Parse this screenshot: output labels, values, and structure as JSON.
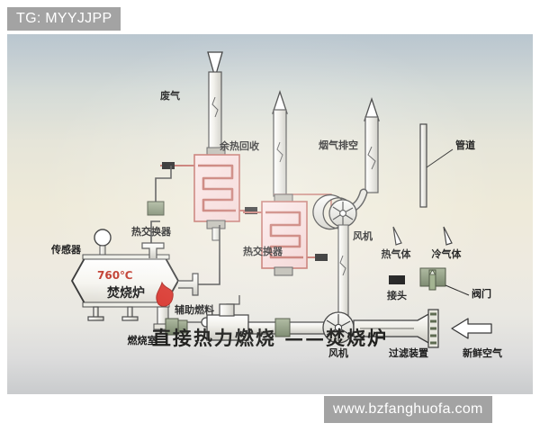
{
  "watermarks": {
    "top_tag": "TG: MYYJJPP",
    "site": "www.bzfanghuofa.com"
  },
  "diagram": {
    "title": "直接热力燃烧  ——焚烧炉",
    "temperature": "760℃",
    "furnace_label": "焚烧炉",
    "labels": {
      "waste_gas": "废气",
      "heat_recovery": "余热回收",
      "flue_gas_vent": "烟气排空",
      "pipeline": "管道",
      "sensor": "传感器",
      "heat_exchanger_1": "热交换器",
      "heat_exchanger_2": "热交换器",
      "fan_top": "风机",
      "fan_bottom": "风机",
      "aux_fuel": "辅助燃料",
      "combustion_chamber": "燃烧室",
      "filter_device": "过滤装置",
      "fresh_air": "新鲜空气"
    },
    "legend": {
      "hot_gas": "热气体",
      "cold_gas": "冷气体",
      "connector": "接头",
      "valve": "阀门"
    },
    "colors": {
      "exchanger_pink": "#f6d8d8",
      "exchanger_outline": "#c0685f",
      "valve_green": "#8f9e80",
      "temp_red": "#c0392b",
      "flame_red": "#d8322a",
      "pipe_gray": "#8a8a84"
    }
  }
}
